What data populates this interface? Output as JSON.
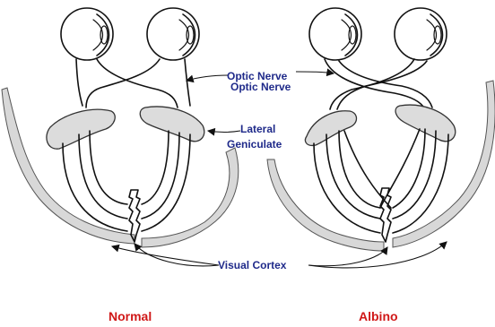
{
  "labels": {
    "optic_nerve_1": "Optic Nerve",
    "optic_nerve_2": "Optic Nerve",
    "lateral": "Lateral",
    "geniculate": "Geniculate",
    "visual_cortex": "Visual Cortex",
    "normal": "Normal",
    "albino": "Albino"
  },
  "colors": {
    "label_blue": "#1f2a8a",
    "title_red": "#d01818"
  }
}
